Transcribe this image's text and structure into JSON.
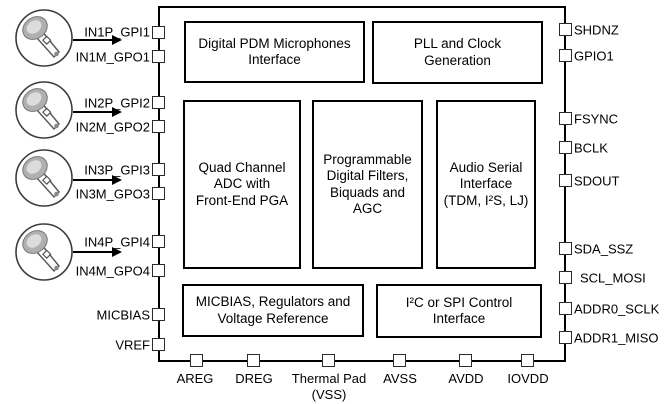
{
  "colors": {
    "background": "#ffffff",
    "stroke": "#000000",
    "mic_head": "#b0b0b0",
    "mic_head_inner": "#dcdcdc",
    "mic_circle_stroke": "#3c3c3c"
  },
  "icons": {
    "microphone": "microphone-icon (handheld mic inside circle, drawn as SVG shapes)",
    "arrow": "right-arrow (line with solid triangle head)"
  },
  "blocks": {
    "pdm_interface": "Digital PDM Microphones\nInterface",
    "pll": "PLL and Clock\nGeneration",
    "adc": "Quad Channel\nADC with\nFront-End PGA",
    "filters": "Programmable\nDigital Filters,\nBiquads and\nAGC",
    "audio_serial": "Audio Serial\nInterface\n(TDM, I²S, LJ)",
    "micbias": "MICBIAS, Regulators and\nVoltage Reference",
    "control": "I²C or SPI Control\nInterface"
  },
  "pins": {
    "left": [
      "IN1P_GPI1",
      "IN1M_GPO1",
      "IN2P_GPI2",
      "IN2M_GPO2",
      "IN3P_GPI3",
      "IN3M_GPO3",
      "IN4P_GPI4",
      "IN4M_GPO4",
      "MICBIAS",
      "VREF"
    ],
    "right": [
      "SHDNZ",
      "GPIO1",
      "FSYNC",
      "BCLK",
      "SDOUT",
      "SDA_SSZ",
      "SCL_MOSI",
      "ADDR0_SCLK",
      "ADDR1_MISO"
    ],
    "bottom": [
      "AREG",
      "DREG",
      "Thermal Pad\n(VSS)",
      "AVSS",
      "AVDD",
      "IOVDD"
    ]
  }
}
